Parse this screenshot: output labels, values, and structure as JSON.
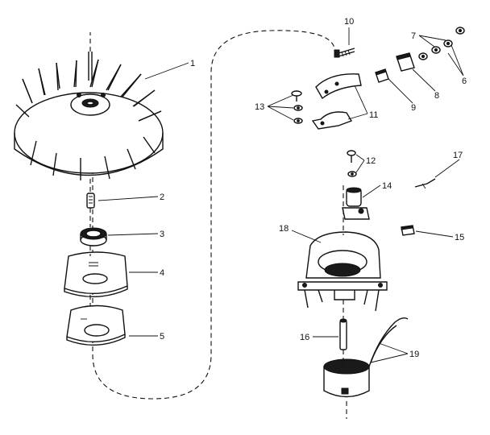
{
  "callouts": [
    {
      "id": "1",
      "text": "1"
    },
    {
      "id": "2",
      "text": "2"
    },
    {
      "id": "3",
      "text": "3"
    },
    {
      "id": "4",
      "text": "4"
    },
    {
      "id": "5",
      "text": "5"
    },
    {
      "id": "6",
      "text": "6"
    },
    {
      "id": "7",
      "text": "7"
    },
    {
      "id": "8",
      "text": "8"
    },
    {
      "id": "9",
      "text": "9"
    },
    {
      "id": "10",
      "text": "10"
    },
    {
      "id": "11",
      "text": "11"
    },
    {
      "id": "12",
      "text": "12"
    },
    {
      "id": "13",
      "text": "13"
    },
    {
      "id": "14",
      "text": "14"
    },
    {
      "id": "15",
      "text": "15"
    },
    {
      "id": "16",
      "text": "16"
    },
    {
      "id": "17",
      "text": "17"
    },
    {
      "id": "18",
      "text": "18"
    },
    {
      "id": "19",
      "text": "19"
    }
  ],
  "colors": {
    "ink": "#111111",
    "background": "#ffffff"
  }
}
